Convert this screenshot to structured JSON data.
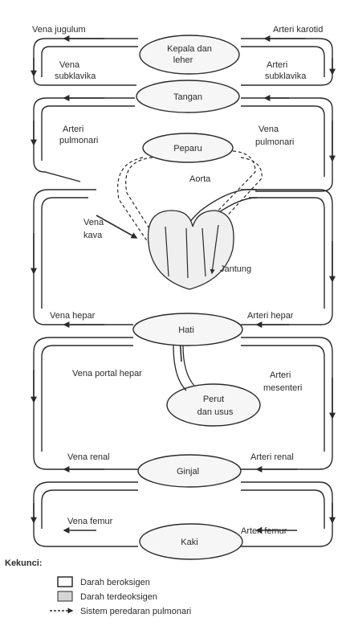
{
  "organs": {
    "head": [
      "Kepala dan",
      "leher"
    ],
    "arms": "Tangan",
    "lungs": "Peparu",
    "heart": "Jantung",
    "liver": "Hati",
    "gut": [
      "Perut",
      "dan usus"
    ],
    "kidney": "Ginjal",
    "legs": "Kaki"
  },
  "vessels": {
    "jugular": "Vena jugulum",
    "carotid": "Arteri karotid",
    "subclavian_vein": [
      "Vena",
      "subklavika"
    ],
    "subclavian_artery": [
      "Arteri",
      "subklavika"
    ],
    "pulmonary_artery": [
      "Arteri",
      "pulmonari"
    ],
    "pulmonary_vein": [
      "Vena",
      "pulmonari"
    ],
    "aorta": "Aorta",
    "vena_cava": [
      "Vena",
      "kava"
    ],
    "hepatic_vein": "Vena hepar",
    "hepatic_artery": "Arteri hepar",
    "hepatic_portal": "Vena portal hepar",
    "mesenteric": [
      "Arteri",
      "mesenteri"
    ],
    "renal_vein": "Vena renal",
    "renal_artery": "Arteri renal",
    "femoral_vein": "Vena femur",
    "femoral_artery": "Arteri femur"
  },
  "key": {
    "title": "Kekunci:",
    "oxygenated": "Darah beroksigen",
    "deoxygenated": "Darah terdeoksigen",
    "pulmonary": "Sistem peredaran pulmonari"
  },
  "colors": {
    "line": "#2a2a2a",
    "deoxygenated_fill": "#d4d4d4",
    "oxygenated_fill": "#ffffff"
  }
}
